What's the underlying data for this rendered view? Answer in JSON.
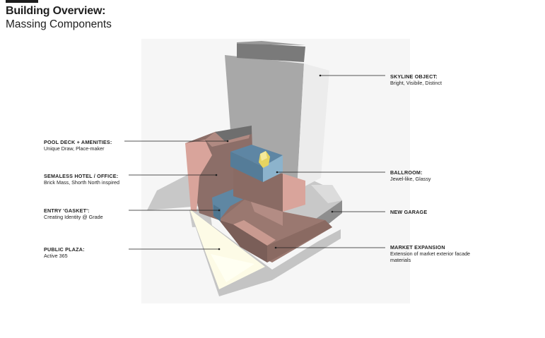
{
  "header": {
    "title": "Building Overview:",
    "subtitle": "Massing Components"
  },
  "callouts": {
    "skyline": {
      "title": "SKYLINE OBJECT:",
      "desc": "Bright, Visibile, Distinct"
    },
    "ballroom": {
      "title": "BALLROOM:",
      "desc": "Jewel-like, Glassy"
    },
    "garage": {
      "title": "NEW GARAGE",
      "desc": ""
    },
    "market": {
      "title": "MARKET EXPANSION",
      "desc": "Extension of market exterior facade materials"
    },
    "pool": {
      "title": "POOL DECK + AMENITIES:",
      "desc": "Unique Draw, Place-maker"
    },
    "hotel": {
      "title": "SEMALESS HOTEL / OFFICE:",
      "desc": "Brick Mass, Shorth North inspired"
    },
    "entry": {
      "title": "ENTRY 'GASKET':",
      "desc": "Creating Identity @ Grade"
    },
    "plaza": {
      "title": "PUBLIC PLAZA:",
      "desc": "Active 365"
    }
  },
  "colors": {
    "brick": "#8c6e68",
    "brick_light": "#d9a49b",
    "glass": "#6a8fa8",
    "tower": "#a8a8a8",
    "tower_light": "#e8e8e8",
    "garage": "#909090",
    "shadow": "#c6c6c6",
    "plaza": "#fdfbe8"
  }
}
